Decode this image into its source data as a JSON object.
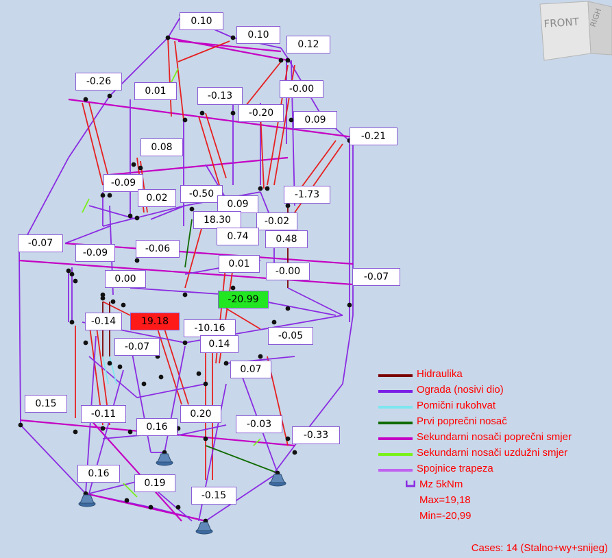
{
  "viewcube": {
    "front": "FRONT",
    "right": "RIGH"
  },
  "labels": [
    "0.10",
    "0.10",
    "0.12",
    "-0.26",
    "0.01",
    "-0.13",
    "-0.00",
    "-0.20",
    "0.09",
    "-0.21",
    "0.08",
    "-0.09",
    "0.02",
    "-0.50",
    "0.09",
    "-1.73",
    "18.30",
    "-0.02",
    "-0.07",
    "-0.09",
    "-0.06",
    "0.74",
    "0.48",
    "0.01",
    "0.00",
    "-0.00",
    "-0.07",
    "-20.99",
    "-0.14",
    "19.18",
    "-10.16",
    "-0.05",
    "-0.07",
    "0.14",
    "0.07",
    "0.15",
    "-0.11",
    "0.20",
    "0.16",
    "-0.03",
    "-0.33",
    "0.16",
    "0.19",
    "-0.15"
  ],
  "legend": [
    {
      "label": "Hidraulika",
      "color": "#7b0000"
    },
    {
      "label": "Ograda (nosivi dio)",
      "color": "#7a1fe6"
    },
    {
      "label": "Pomični rukohvat",
      "color": "#7ee6f0"
    },
    {
      "label": "Prvi poprečni nosač",
      "color": "#0f6b00"
    },
    {
      "label": "Sekundarni nosači poprečni smjer",
      "color": "#c400c4"
    },
    {
      "label": "Sekundarni nosači uzdužni smjer",
      "color": "#7af01a"
    },
    {
      "label": "Spojnice trapeza",
      "color": "#c061f0"
    }
  ],
  "diagram_info": {
    "unit_label": "Mz  5kNm",
    "max": "Max=19,18",
    "min": "Min=-20,99"
  },
  "cases": "Cases: 14 (Stalno+wy+snijeg)"
}
